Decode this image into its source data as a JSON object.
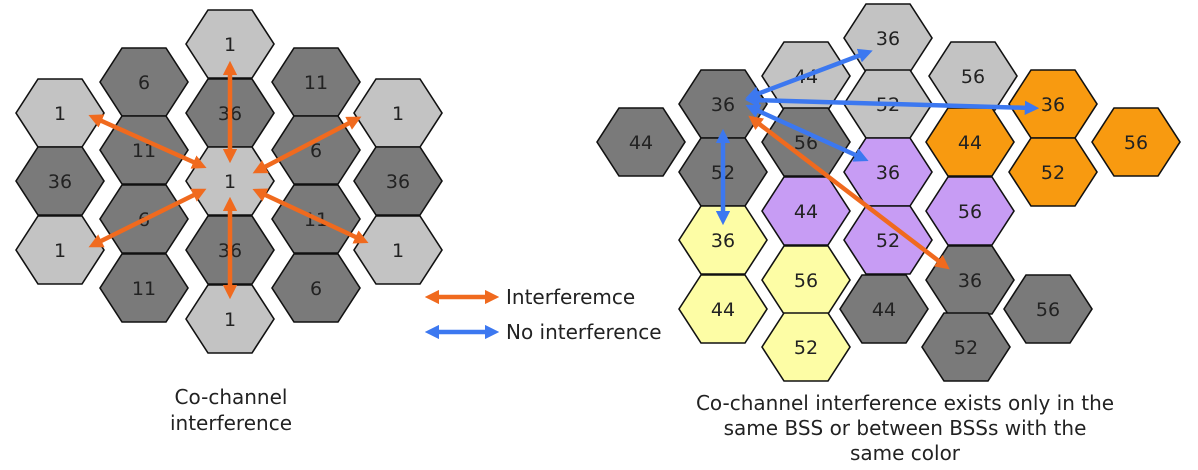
{
  "colors": {
    "dark_gray": "#7a7a7a",
    "light_gray": "#c3c3c3",
    "orange": "#f89a10",
    "purple": "#c79cf4",
    "yellow": "#fdfda5",
    "interference_arrow": "#f06a1e",
    "no_interference_arrow": "#3c78f0"
  },
  "left_diagram": {
    "cells": [
      {
        "label": "1",
        "color": "light_gray"
      },
      {
        "label": "6",
        "color": "dark_gray"
      },
      {
        "label": "11",
        "color": "dark_gray"
      },
      {
        "label": "1",
        "color": "light_gray"
      },
      {
        "label": "36",
        "color": "dark_gray"
      },
      {
        "label": "1",
        "color": "light_gray"
      },
      {
        "label": "11",
        "color": "dark_gray"
      },
      {
        "label": "6",
        "color": "dark_gray"
      },
      {
        "label": "36",
        "color": "dark_gray"
      },
      {
        "label": "1",
        "color": "light_gray"
      },
      {
        "label": "36",
        "color": "dark_gray"
      },
      {
        "label": "6",
        "color": "dark_gray"
      },
      {
        "label": "11",
        "color": "dark_gray"
      },
      {
        "label": "1",
        "color": "light_gray"
      },
      {
        "label": "36",
        "color": "dark_gray"
      },
      {
        "label": "1",
        "color": "light_gray"
      },
      {
        "label": "11",
        "color": "dark_gray"
      },
      {
        "label": "6",
        "color": "dark_gray"
      },
      {
        "label": "1",
        "color": "light_gray"
      }
    ],
    "caption": [
      "Co-channel",
      "interference"
    ]
  },
  "right_diagram": {
    "cells": [
      {
        "label": "36",
        "color": "light_gray"
      },
      {
        "label": "44",
        "color": "light_gray"
      },
      {
        "label": "56",
        "color": "light_gray"
      },
      {
        "label": "36",
        "color": "dark_gray"
      },
      {
        "label": "52",
        "color": "light_gray"
      },
      {
        "label": "36",
        "color": "orange"
      },
      {
        "label": "44",
        "color": "dark_gray"
      },
      {
        "label": "56",
        "color": "dark_gray"
      },
      {
        "label": "44",
        "color": "orange"
      },
      {
        "label": "56",
        "color": "orange"
      },
      {
        "label": "52",
        "color": "dark_gray"
      },
      {
        "label": "36",
        "color": "purple"
      },
      {
        "label": "52",
        "color": "orange"
      },
      {
        "label": "44",
        "color": "purple"
      },
      {
        "label": "56",
        "color": "purple"
      },
      {
        "label": "36",
        "color": "yellow"
      },
      {
        "label": "52",
        "color": "purple"
      },
      {
        "label": "56",
        "color": "yellow"
      },
      {
        "label": "36",
        "color": "dark_gray"
      },
      {
        "label": "44",
        "color": "yellow"
      },
      {
        "label": "44",
        "color": "dark_gray"
      },
      {
        "label": "56",
        "color": "dark_gray"
      },
      {
        "label": "52",
        "color": "yellow"
      },
      {
        "label": "52",
        "color": "dark_gray"
      }
    ],
    "caption": [
      "Co-channel interference exists only in the",
      "same BSS or between BSSs with the",
      "same color"
    ]
  },
  "legend": {
    "interference_label": "Interferemce",
    "no_interference_label": "No interference"
  }
}
